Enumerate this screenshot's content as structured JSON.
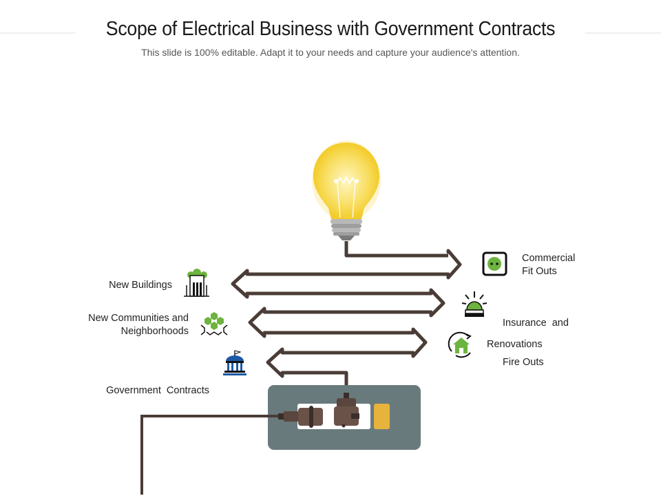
{
  "title": "Scope of Electrical Business with Government Contracts",
  "subtitle": "This slide is 100% editable. Adapt it to your needs and capture your audience's attention.",
  "items": {
    "commercial": {
      "line1": "Commercial",
      "line2": "Fit Outs",
      "icon": "power-socket-icon"
    },
    "insurance": {
      "line1": "Insurance  and",
      "line2": "Fire Outs",
      "icon": "alarm-siren-icon"
    },
    "renovations": {
      "line1": "Renovations",
      "icon": "home-renovation-icon"
    },
    "new_buildings": {
      "line1": "New Buildings",
      "icon": "buildings-icon"
    },
    "communities": {
      "line1": "New Communities and",
      "line2": "Neighborhoods",
      "icon": "community-hexagons-icon"
    },
    "government": {
      "line1": "Government  Contracts",
      "icon": "government-building-icon"
    }
  },
  "colors": {
    "wire": "#4a3c36",
    "bulb": "#f6d43a",
    "green": "#6db33f",
    "socket_panel": "#687a7c",
    "gov_blue": "#1d5aa6",
    "switch": "#e6b33c"
  }
}
